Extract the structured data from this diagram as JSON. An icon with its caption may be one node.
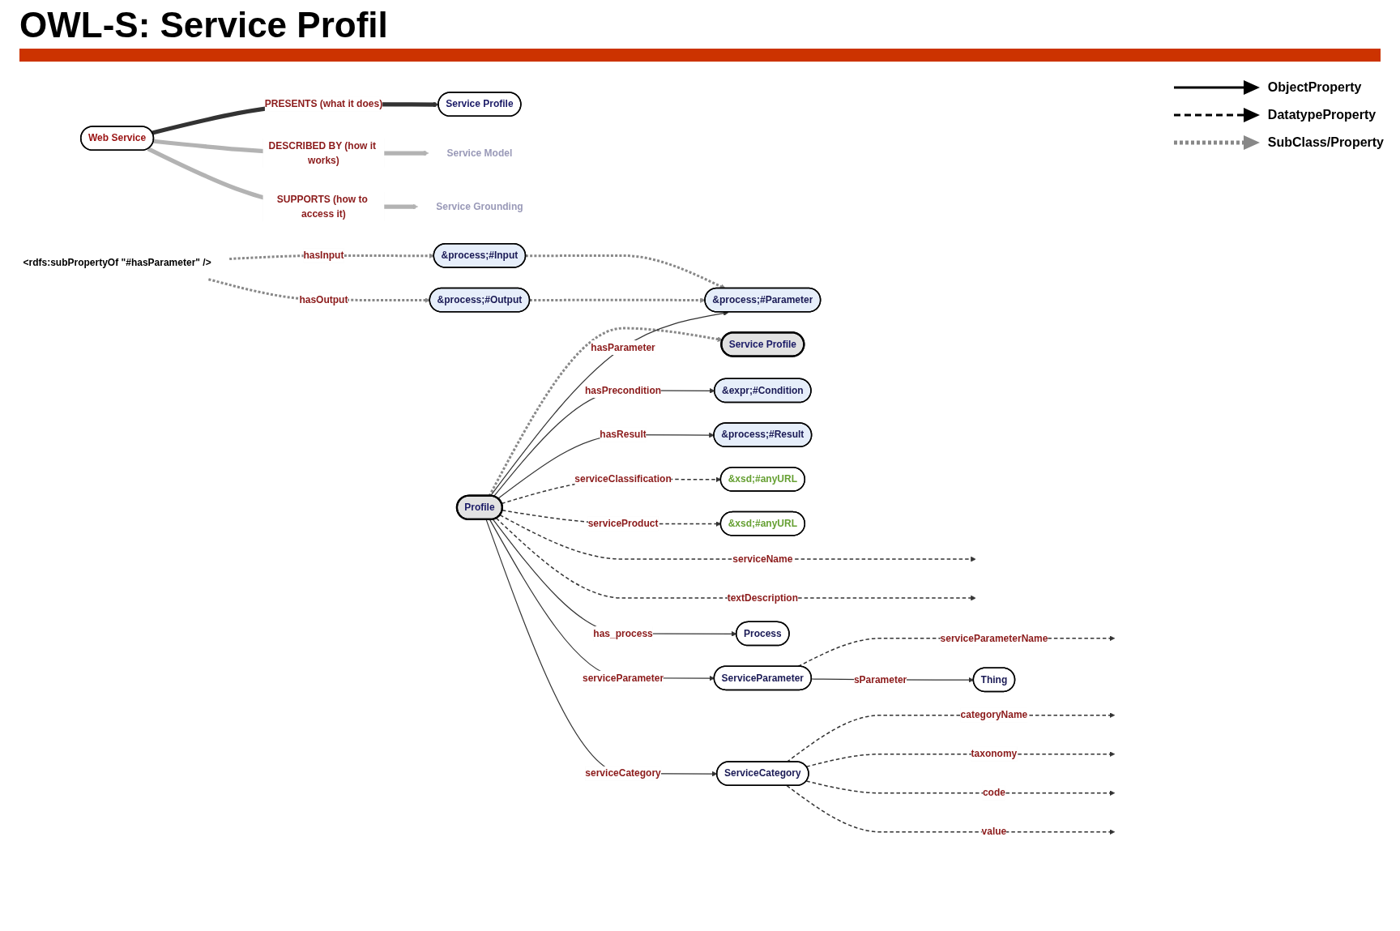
{
  "diagram": {
    "title": "OWL-S: Service Profil",
    "nodes": [
      {
        "text": [
          "Service Profile"
        ]
      },
      {
        "text": [
          "Web Service"
        ]
      },
      {
        "text": [
          "Service Model"
        ]
      },
      {
        "text": [
          "Service Grounding"
        ]
      },
      {
        "text": [
          "Service Profile"
        ]
      },
      {
        "text": [
          "&process;#Parameter"
        ]
      },
      {
        "text": [
          "&expr;#Condition"
        ]
      },
      {
        "text": [
          "&process;#Result"
        ]
      },
      {
        "text": [
          "&process;#Input"
        ]
      },
      {
        "text": [
          "&process;#Output"
        ]
      },
      {
        "text": [
          "Profile"
        ]
      },
      {
        "text": [
          "&xsd;#anyURL"
        ]
      },
      {
        "text": [
          "&xsd;#anyURL"
        ]
      },
      {
        "text": [
          "Process"
        ]
      },
      {
        "text": [
          "ServiceParameter"
        ]
      },
      {
        "text": [
          "Thing"
        ]
      },
      {
        "text": [
          "ServiceCategory"
        ]
      },
      {
        "text": [
          "<rdfs:subPropertyOf \"#hasParameter\" />"
        ]
      }
    ],
    "edges": [
      {
        "from": 1,
        "to": 0,
        "arrow": "to",
        "label": "PRESENTS (what it does)",
        "style": "thick"
      },
      {
        "from": 1,
        "to": 2,
        "arrow": "to",
        "label": "DESCRIBED BY (how it works)",
        "style": "thick",
        "color": "#b3b3b3"
      },
      {
        "from": 1,
        "to": 3,
        "arrow": "to",
        "label": "SUPPORTS (how to access it)",
        "style": "thick",
        "color": "#b3b3b3"
      },
      {
        "from": 10,
        "to": 4,
        "arrow": "to",
        "style": "dashed",
        "color": "#888888"
      },
      {
        "from": 10,
        "to": 5,
        "arrow": "to",
        "label": "hasParameter"
      },
      {
        "from": 10,
        "to": 6,
        "arrow": "to",
        "label": "hasPrecondition"
      },
      {
        "from": 10,
        "to": 7,
        "arrow": "to",
        "label": "hasResult"
      },
      {
        "from": 10,
        "to": 11,
        "arrow": "to",
        "label": "serviceClassification",
        "style": "dashed"
      },
      {
        "from": 10,
        "to": 12,
        "arrow": "to",
        "label": "serviceProduct",
        "style": "dashed"
      },
      {
        "from": 10,
        "to": null,
        "arrow": "to",
        "label": "serviceName",
        "style": "dashed"
      },
      {
        "from": 10,
        "to": null,
        "arrow": "to",
        "label": "textDescription",
        "style": "dashed"
      },
      {
        "from": 10,
        "to": 13,
        "arrow": "to",
        "label": "has_process"
      },
      {
        "from": 10,
        "to": 14,
        "arrow": "to",
        "label": "serviceParameter"
      },
      {
        "from": 10,
        "to": 16,
        "arrow": "to",
        "label": "serviceCategory"
      },
      {
        "from": 14,
        "to": null,
        "arrow": "to",
        "label": "serviceParameterName",
        "style": "dashed"
      },
      {
        "from": 14,
        "to": 15,
        "arrow": "to",
        "label": "sParameter"
      },
      {
        "from": 16,
        "to": null,
        "arrow": "to",
        "label": "categoryName",
        "style": "dashed"
      },
      {
        "from": 16,
        "to": null,
        "arrow": "to",
        "label": "taxonomy",
        "style": "dashed"
      },
      {
        "from": 16,
        "to": null,
        "arrow": "to",
        "label": "code",
        "style": "dashed"
      },
      {
        "from": 16,
        "to": null,
        "arrow": "to",
        "label": "value",
        "style": "dashed"
      },
      {
        "from": 17,
        "to": 8,
        "arrow": "to",
        "label": "hasInput",
        "style": "dashed",
        "color": "#888888"
      },
      {
        "from": 17,
        "to": 9,
        "arrow": "to",
        "label": "hasOutput",
        "style": "dashed",
        "color": "#888888"
      },
      {
        "from": 8,
        "to": 5,
        "arrow": "to",
        "style": "dashed",
        "color": "#888888"
      },
      {
        "from": 9,
        "to": 5,
        "arrow": "to",
        "style": "dashed",
        "color": "#888888"
      }
    ],
    "legend": [
      {
        "text": "ObjectProperty"
      },
      {
        "text": "DatatypeProperty"
      },
      {
        "text": "SubClass/Property"
      }
    ]
  }
}
